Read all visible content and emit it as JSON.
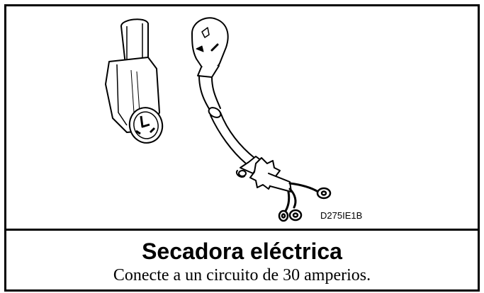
{
  "figure": {
    "code": "D275IE1B"
  },
  "caption": {
    "title": "Secadora eléctrica",
    "subtitle": "Conecte a un circuito de 30 amperios."
  },
  "icons": [
    "wall-outlet-icon",
    "power-cord-plug-icon",
    "ring-terminal-icon"
  ],
  "colors": {
    "line": "#000000",
    "background": "#ffffff"
  }
}
